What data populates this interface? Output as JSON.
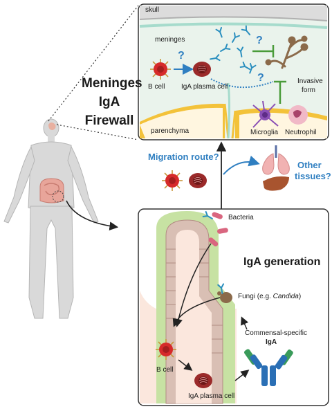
{
  "left_title": {
    "line1": "Meninges",
    "line2": "IgA",
    "line3": "Firewall"
  },
  "top_panel": {
    "skull": "skull",
    "meninges": "meninges",
    "b_cell": "B cell",
    "plasma_cell": "IgA plasma cell",
    "invasive_line1": "Invasive",
    "invasive_line2": "form",
    "parenchyma": "parenchyma",
    "microglia": "Microglia",
    "neutrophil": "Neutrophil",
    "question_mark": "?"
  },
  "middle": {
    "migration_route": "Migration route?",
    "other_line1": "Other",
    "other_line2": "tissues?"
  },
  "bottom_panel": {
    "bacteria": "Bacteria",
    "title": "IgA generation",
    "fungi_prefix": "Fungi (e.g. ",
    "fungi_genus": "Candida",
    "fungi_suffix": ")",
    "commensal_line1": "Commensal-specific",
    "commensal_line2": "IgA",
    "b_cell": "B cell",
    "plasma_cell": "IgA plasma cell"
  },
  "colors": {
    "b_cell": "#d62a2a",
    "plasma_cell": "#9b2a2a",
    "meninges_bg": "#e9f3ec",
    "dura": "#a6dbcc",
    "parenchyma": "#f3c23a",
    "antibody": "#2a8fbf",
    "fungi": "#8b6a4a",
    "inhibit": "#4a9b3a",
    "annotation": "#2f7fc1",
    "villus_green": "#c7e2a3",
    "lamina": "#fbe7dd"
  }
}
